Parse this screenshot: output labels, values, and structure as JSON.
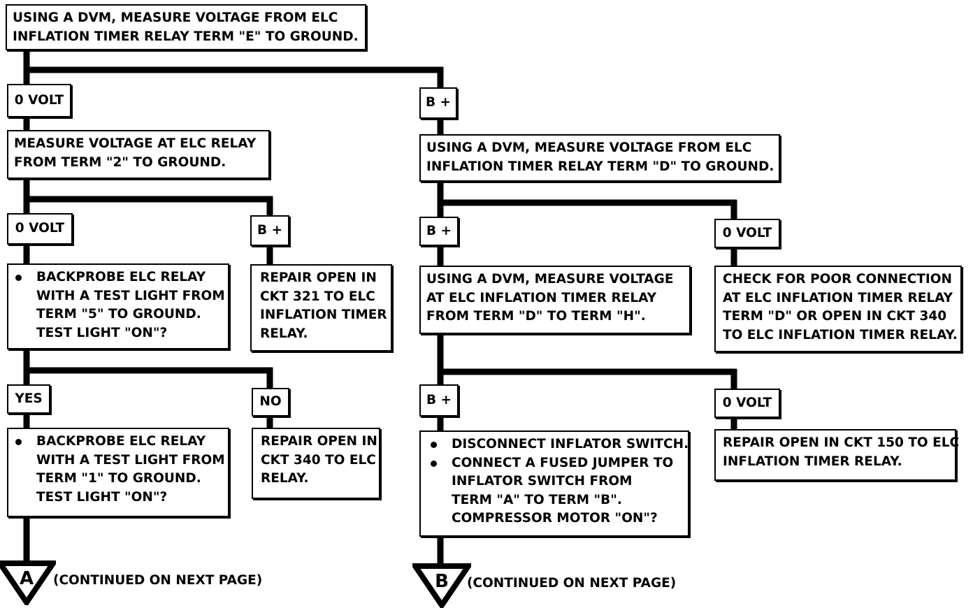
{
  "start": {
    "lines": [
      "USING A DVM, MEASURE VOLTAGE FROM ELC",
      "INFLATION TIMER RELAY TERM \"E\" TO GROUND."
    ]
  },
  "left": {
    "branch_0volt": "0 VOLT",
    "measure": {
      "lines": [
        "MEASURE VOLTAGE AT ELC RELAY",
        "FROM TERM \"2\" TO GROUND."
      ]
    },
    "branch_0volt_2": "0 VOLT",
    "branch_bplus": "B +",
    "backprobe5": {
      "lines": [
        "BACKPROBE ELC RELAY",
        "WITH A TEST LIGHT FROM",
        "TERM \"5\" TO GROUND.",
        "TEST LIGHT \"ON\"?"
      ]
    },
    "repair321": {
      "lines": [
        "REPAIR OPEN IN",
        "CKT 321 TO ELC",
        "INFLATION TIMER",
        "RELAY."
      ]
    },
    "branch_yes": "YES",
    "branch_no": "NO",
    "backprobe1": {
      "lines": [
        "BACKPROBE ELC RELAY",
        "WITH A TEST LIGHT FROM",
        "TERM \"1\" TO GROUND.",
        "TEST LIGHT \"ON\"?"
      ]
    },
    "repair340": {
      "lines": [
        "REPAIR OPEN IN",
        "CKT 340 TO ELC",
        "RELAY."
      ]
    },
    "connector": {
      "letter": "A",
      "text": "(CONTINUED ON NEXT PAGE)"
    }
  },
  "right": {
    "branch_bplus": "B +",
    "measure_d": {
      "lines": [
        "USING A DVM, MEASURE VOLTAGE FROM ELC",
        "INFLATION TIMER RELAY TERM \"D\" TO GROUND."
      ]
    },
    "branch_bplus_2": "B +",
    "branch_0volt": "0 VOLT",
    "measure_dh": {
      "lines": [
        "USING A DVM, MEASURE VOLTAGE",
        "AT ELC INFLATION TIMER RELAY",
        "FROM TERM \"D\" TO TERM \"H\"."
      ]
    },
    "check_poor": {
      "lines": [
        "CHECK FOR POOR CONNECTION",
        "AT ELC INFLATION TIMER RELAY",
        "TERM \"D\" OR OPEN IN CKT 340",
        "TO ELC INFLATION TIMER RELAY."
      ]
    },
    "branch_bplus_3": "B +",
    "branch_0volt_2": "0 VOLT",
    "disconnect": {
      "lines": [
        "DISCONNECT INFLATOR SWITCH.",
        "CONNECT A FUSED JUMPER TO",
        "INFLATOR SWITCH FROM",
        "TERM \"A\" TO TERM \"B\".",
        "COMPRESSOR MOTOR \"ON\"?"
      ]
    },
    "repair150": {
      "lines": [
        "REPAIR OPEN IN CKT 150 TO ELC",
        "INFLATION TIMER RELAY."
      ]
    },
    "connector": {
      "letter": "B",
      "text": "(CONTINUED ON NEXT PAGE)"
    }
  }
}
